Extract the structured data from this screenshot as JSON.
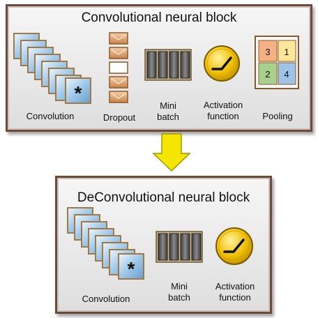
{
  "top_block": {
    "title": "Convolutional neural block",
    "labels": {
      "convolution": "Convolution",
      "dropout": "Dropout",
      "mini_batch": "Mini\nbatch",
      "activation": "Activation\nfunction",
      "pooling": "Pooling"
    },
    "pooling_grid": [
      "3",
      "1",
      "2",
      "4"
    ],
    "convolution_symbol": "*"
  },
  "bottom_block": {
    "title": "DeConvolutional neural block",
    "labels": {
      "convolution": "Convolution",
      "mini_batch": "Mini\nbatch",
      "activation": "Activation\nfunction"
    },
    "convolution_symbol": "*"
  },
  "colors": {
    "panel_border": "#6e4a37",
    "arrow": "#f5e600",
    "pool_colors": [
      "#f4b183",
      "#ffe699",
      "#a9d18e",
      "#9dc3e6"
    ],
    "activation": "#f0c000"
  }
}
